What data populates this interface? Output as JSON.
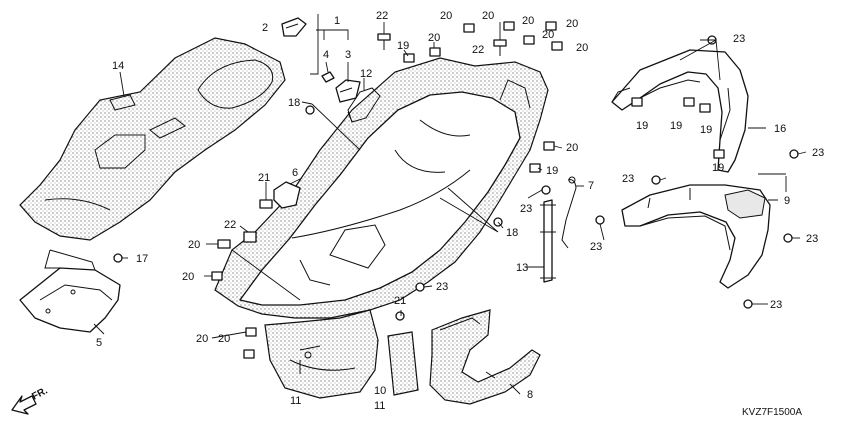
{
  "diagram_code": "KVZ7F1500A",
  "direction_label": "FR.",
  "callouts": {
    "c1": "1",
    "c2": "2",
    "c3": "3",
    "c4": "4",
    "c5": "5",
    "c6": "6",
    "c7": "7",
    "c8": "8",
    "c9": "9",
    "c10": "10",
    "c11": "11",
    "c12": "12",
    "c13": "13",
    "c14": "14",
    "c16": "16",
    "c17": "17",
    "c18": "18",
    "c19": "19",
    "c20": "20",
    "c21": "21",
    "c22": "22",
    "c23": "23"
  }
}
